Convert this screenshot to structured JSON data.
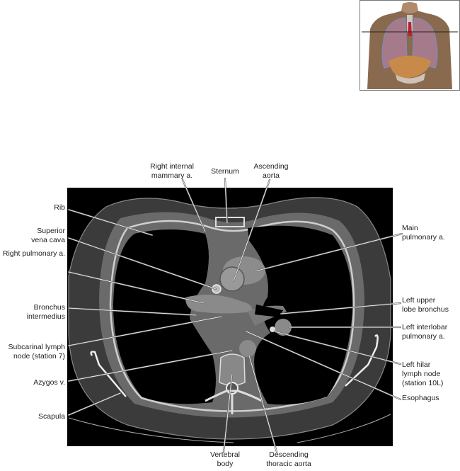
{
  "labels": {
    "rib": [
      "Rib"
    ],
    "right_internal_mammary": [
      "Right internal",
      "mammary a."
    ],
    "sternum": [
      "Sternum"
    ],
    "ascending_aorta": [
      "Ascending",
      "aorta"
    ],
    "superior_vena_cava": [
      "Superior",
      "vena cava"
    ],
    "main_pulmonary": [
      "Main",
      "pulmonary a."
    ],
    "right_pulmonary": [
      "Right pulmonary a."
    ],
    "bronchus_intermedius": [
      "Bronchus",
      "intermedius"
    ],
    "left_upper_lobe_bronchus": [
      "Left upper",
      "lobe bronchus"
    ],
    "subcarinal": [
      "Subcarinal lymph",
      "node (station 7)"
    ],
    "left_interlobar": [
      "Left interlobar",
      "pulmonary a."
    ],
    "azygos": [
      "Azygos v."
    ],
    "left_hilar": [
      "Left hilar",
      "lymph node",
      "(station 10L)"
    ],
    "scapula": [
      "Scapula"
    ],
    "esophagus": [
      "Esophagus"
    ],
    "vertebral_body": [
      "Vertebral",
      "body"
    ],
    "descending_aorta": [
      "Descending",
      "thoracic aorta"
    ]
  }
}
